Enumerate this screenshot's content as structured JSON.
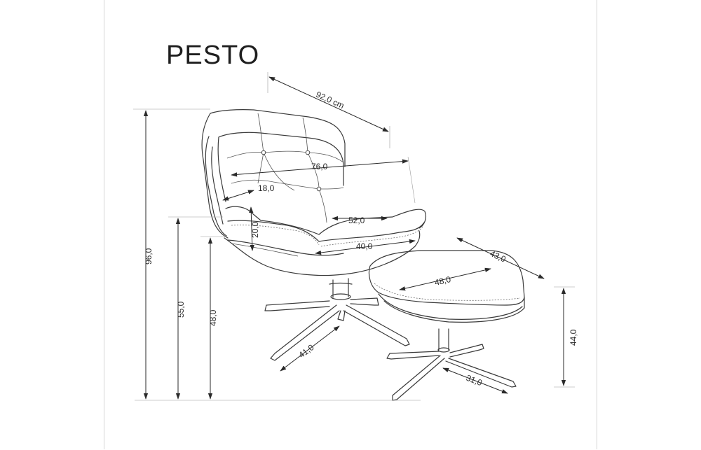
{
  "title": "PESTO",
  "dimensions": {
    "total_depth": "92,0 cm",
    "width": "76,0",
    "armrest_height": "18,0",
    "seat_depth_upper": "52,0",
    "backrest_seat_gap": "20,0",
    "seat_depth": "40,0",
    "total_height": "96,0",
    "armrest_from_floor": "55,0",
    "seat_height": "48,0",
    "base_radius": "41,0",
    "ottoman_width": "43,0",
    "ottoman_depth": "48,0",
    "ottoman_height": "44,0",
    "ottoman_base": "31,0"
  },
  "colors": {
    "line": "#3a3a3a",
    "text": "#2a2a2a",
    "frame": "#d6d6d6"
  }
}
